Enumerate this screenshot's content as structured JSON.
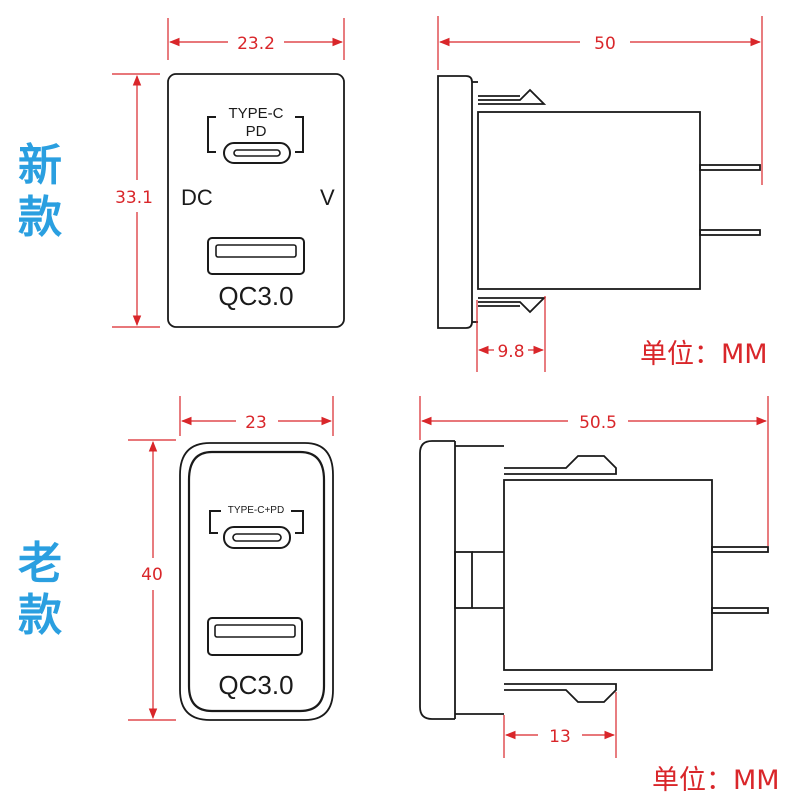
{
  "new_model": {
    "label_char1": "新",
    "label_char2": "款",
    "front": {
      "top_text": "TYPE-C",
      "sub_text": "PD",
      "left_text": "DC",
      "right_text": "V",
      "bottom_text": "QC3.0",
      "width_dim": "23.2",
      "height_dim": "33.1"
    },
    "side": {
      "length_dim": "50",
      "clip_dim": "9.8"
    },
    "unit_label": "单位：MM"
  },
  "old_model": {
    "label_char1": "老",
    "label_char2": "款",
    "front": {
      "top_text": "TYPE-C+PD",
      "bottom_text": "QC3.0",
      "width_dim": "23",
      "height_dim": "40"
    },
    "side": {
      "length_dim": "50.5",
      "clip_dim": "13"
    },
    "unit_label": "单位：MM"
  },
  "colors": {
    "dimension": "#d9262a",
    "label": "#2a9fe0",
    "outline": "#1a1a1a"
  }
}
